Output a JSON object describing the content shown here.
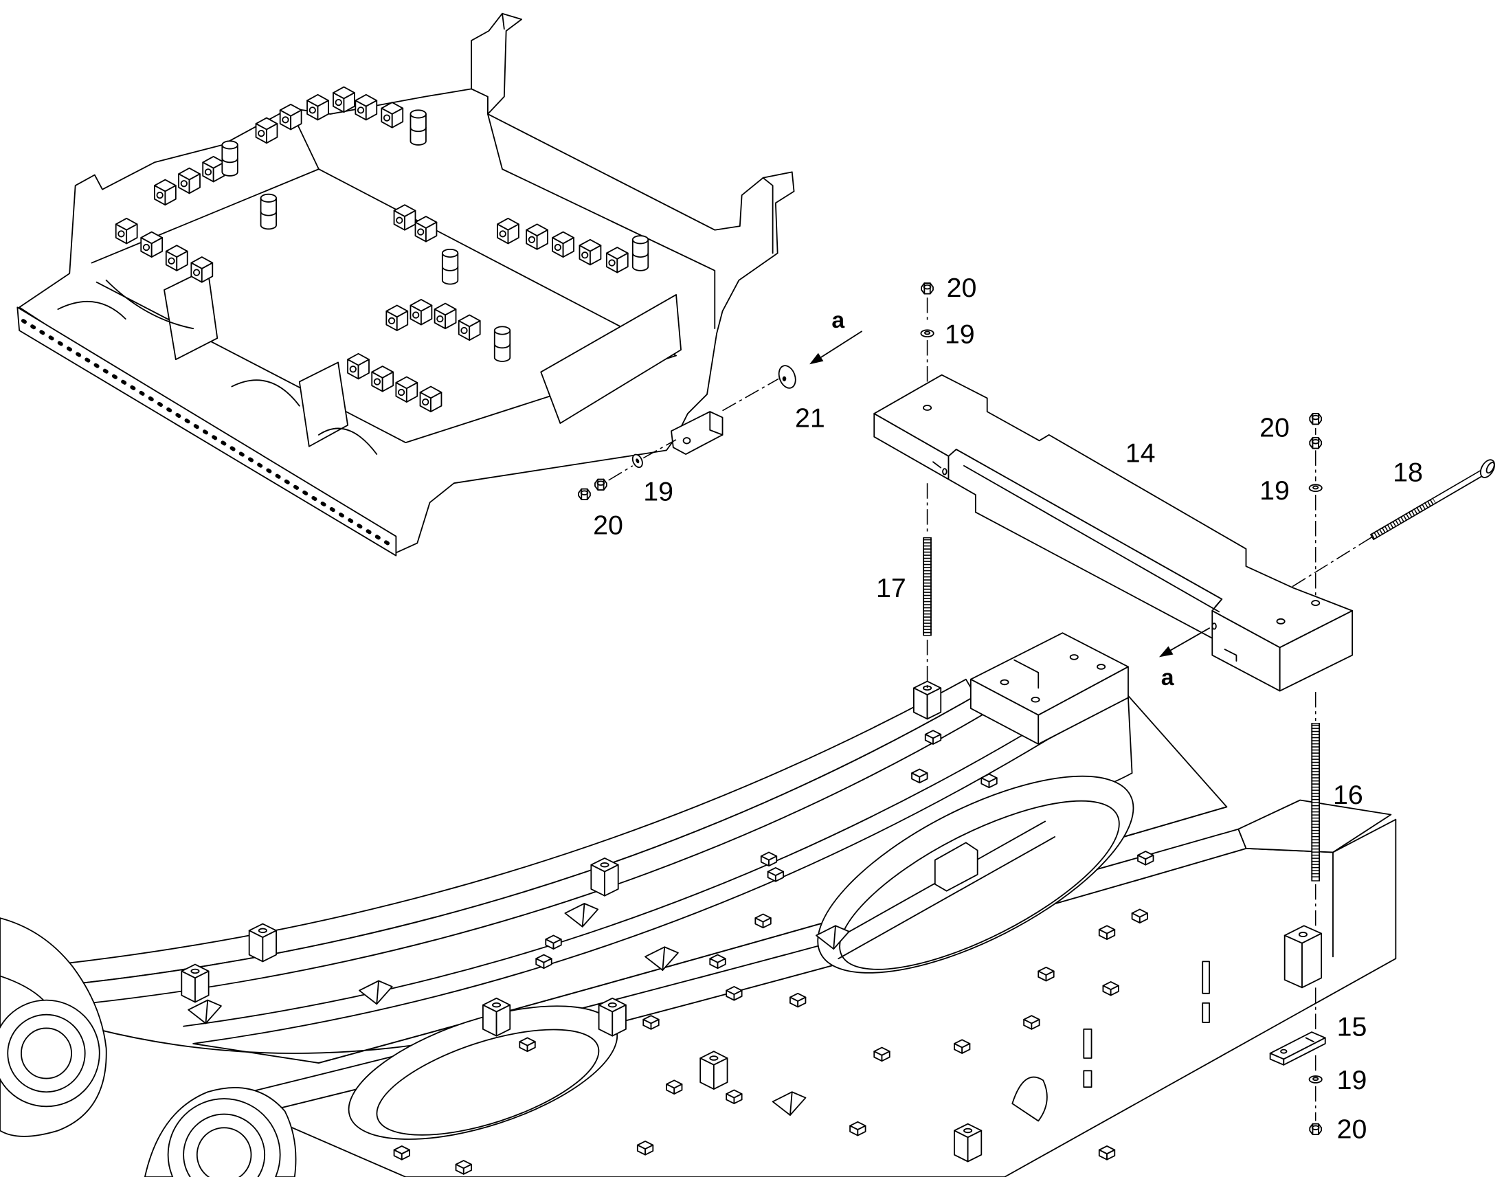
{
  "colors": {
    "line": "#000000",
    "background": "#ffffff"
  },
  "callouts": [
    "20",
    "19",
    "a",
    "21",
    "19",
    "20",
    "14",
    "20",
    "19",
    "18",
    "17",
    "a",
    "16",
    "15",
    "19",
    "20"
  ]
}
